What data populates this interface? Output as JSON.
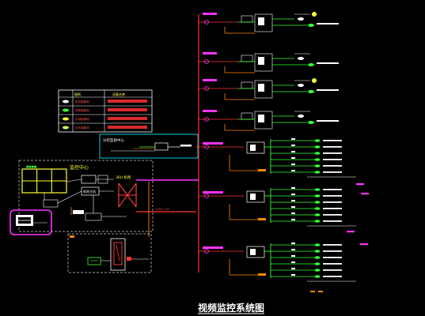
{
  "title": "视频监控系统图",
  "monitor_center": {
    "label": "监控中心"
  },
  "branch_center": {
    "label": "分控监视中心"
  },
  "cabinet": {
    "label": "36U 机柜"
  },
  "controller": {
    "label": "矩阵主机"
  },
  "legend": {
    "header": [
      "图例",
      "设备名称"
    ],
    "rows": [
      "枪式摄像机",
      "球型摄像机",
      "半球摄像机",
      "红外摄像机"
    ]
  },
  "colors": {
    "bus_red": "#ff2a2a",
    "magenta": "#ff33ff",
    "green": "#33ff33",
    "orange": "#ff8800",
    "cyan": "#00e5ff",
    "yellow": "#ffff33",
    "white": "#ffffff"
  }
}
